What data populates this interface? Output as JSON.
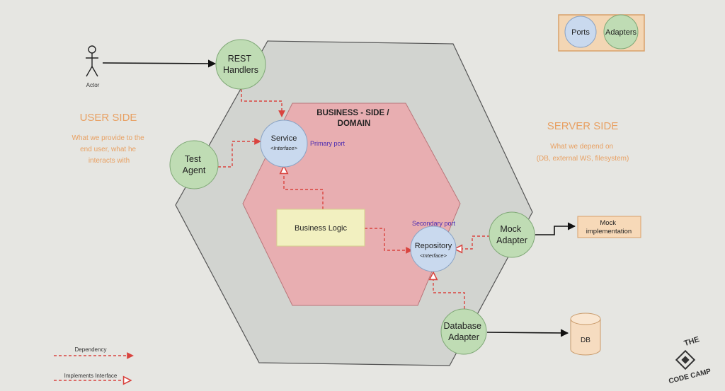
{
  "legend": {
    "ports": "Ports",
    "adapters": "Adapters"
  },
  "actor": {
    "label": "Actor"
  },
  "user_side": {
    "title": "USER SIDE",
    "lines": [
      "What we provide to the",
      "end user, what he",
      "interacts with"
    ]
  },
  "server_side": {
    "title": "SERVER SIDE",
    "lines": [
      "What we depend on",
      "(DB, external WS, filesystem)"
    ]
  },
  "domain": {
    "lines": [
      "BUSINESS - SIDE /",
      "DOMAIN"
    ]
  },
  "nodes": {
    "rest": [
      "REST",
      "Handlers"
    ],
    "test": [
      "Test",
      "Agent"
    ],
    "service": {
      "name": "Service",
      "sub": "<Interface>"
    },
    "primary_port": "Primary port",
    "business_logic": "Business Logic",
    "secondary_port": "Secondary port",
    "repository": {
      "name": "Repository",
      "sub": "<Interface>"
    },
    "mock_adapter": [
      "Mock",
      "Adapter"
    ],
    "mock_impl": [
      "Mock",
      "implementation"
    ],
    "db_adapter": [
      "Database",
      "Adapter"
    ],
    "db": "DB"
  },
  "key": {
    "dependency": "Dependency",
    "implements": "Implements Interface"
  },
  "logo": {
    "top": "THE",
    "bottom": "CODE CAMP"
  },
  "colors": {
    "port": "#c9d9ee",
    "adapter": "#bfdcb4",
    "domain": "#e8aeb1",
    "outer": "#d2d4d0",
    "orange": "#e8a062",
    "business_logic": "#f2f0c0",
    "mock_impl": "#f7d9b8",
    "db": "#f6dcc0",
    "dependency_red": "#d9443f",
    "port_text": "#4b2bb0"
  }
}
